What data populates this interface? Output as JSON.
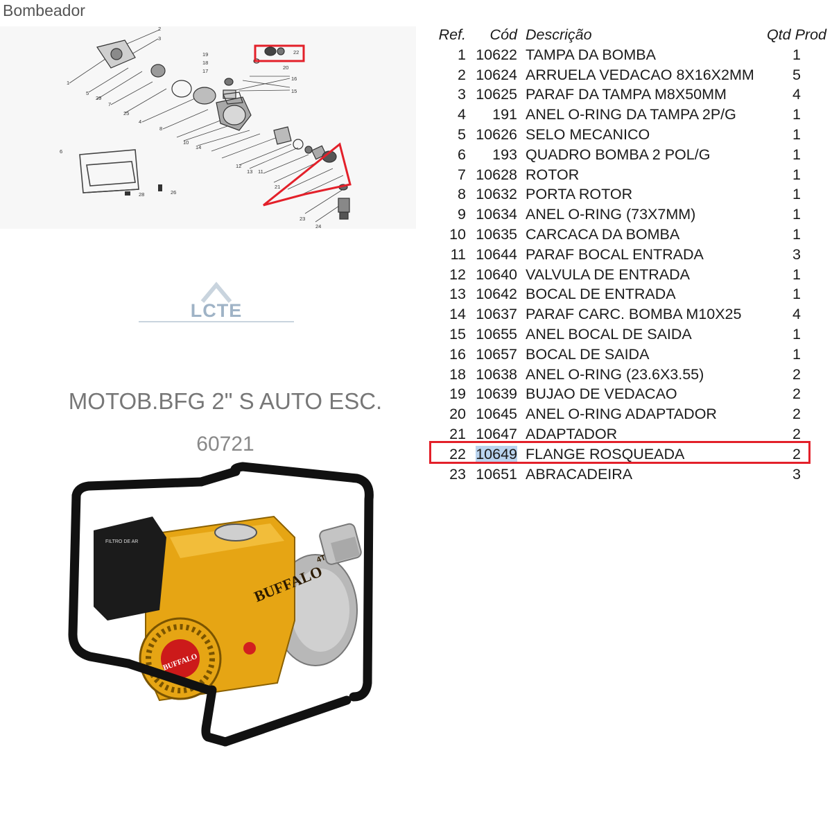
{
  "section_title": "Bombeador",
  "logo_text": "LCTE",
  "model": {
    "name": "MOTOB.BFG 2\" S AUTO ESC.",
    "code": "60721"
  },
  "diagram": {
    "callouts": [
      "1",
      "2",
      "3",
      "4",
      "5",
      "6",
      "7",
      "8",
      "10",
      "11",
      "12",
      "13",
      "14",
      "15",
      "16",
      "17",
      "18",
      "19",
      "20",
      "21",
      "22",
      "23",
      "24",
      "25",
      "26",
      "28",
      "29"
    ]
  },
  "photo": {
    "brand": "BUFFALO",
    "brand_badge": "4T",
    "recoil_label": "BUFFALO",
    "filter_label": "FILTRO DE AR",
    "colors": {
      "engine": "#e6a514",
      "frame": "#111111",
      "pump": "#b8b8b8"
    }
  },
  "table": {
    "headers": {
      "ref": "Ref.",
      "cod": "Cód",
      "desc": "Descrição",
      "qty": "Qtd Prod"
    },
    "highlighted_ref": "22",
    "highlight_color": "#e3202a",
    "rows": [
      {
        "ref": "1",
        "cod": "10622",
        "desc": "TAMPA DA BOMBA",
        "qty": "1"
      },
      {
        "ref": "2",
        "cod": "10624",
        "desc": "ARRUELA VEDACAO 8X16X2MM",
        "qty": "5"
      },
      {
        "ref": "3",
        "cod": "10625",
        "desc": "PARAF DA TAMPA M8X50MM",
        "qty": "4"
      },
      {
        "ref": "4",
        "cod": "191",
        "desc": "ANEL O-RING DA TAMPA 2P/G",
        "qty": "1"
      },
      {
        "ref": "5",
        "cod": "10626",
        "desc": "SELO MECANICO",
        "qty": "1"
      },
      {
        "ref": "6",
        "cod": "193",
        "desc": "QUADRO BOMBA 2 POL/G",
        "qty": "1"
      },
      {
        "ref": "7",
        "cod": "10628",
        "desc": "ROTOR",
        "qty": "1"
      },
      {
        "ref": "8",
        "cod": "10632",
        "desc": "PORTA ROTOR",
        "qty": "1"
      },
      {
        "ref": "9",
        "cod": "10634",
        "desc": "ANEL O-RING (73X7MM)",
        "qty": "1"
      },
      {
        "ref": "10",
        "cod": "10635",
        "desc": "CARCACA DA BOMBA",
        "qty": "1"
      },
      {
        "ref": "11",
        "cod": "10644",
        "desc": "PARAF BOCAL ENTRADA",
        "qty": "3"
      },
      {
        "ref": "12",
        "cod": "10640",
        "desc": "VALVULA DE ENTRADA",
        "qty": "1"
      },
      {
        "ref": "13",
        "cod": "10642",
        "desc": "BOCAL DE ENTRADA",
        "qty": "1"
      },
      {
        "ref": "14",
        "cod": "10637",
        "desc": "PARAF CARC. BOMBA M10X25",
        "qty": "4"
      },
      {
        "ref": "15",
        "cod": "10655",
        "desc": "ANEL BOCAL DE SAIDA",
        "qty": "1"
      },
      {
        "ref": "16",
        "cod": "10657",
        "desc": "BOCAL DE SAIDA",
        "qty": "1"
      },
      {
        "ref": "18",
        "cod": "10638",
        "desc": "ANEL O-RING (23.6X3.55)",
        "qty": "2"
      },
      {
        "ref": "19",
        "cod": "10639",
        "desc": "BUJAO DE VEDACAO",
        "qty": "2"
      },
      {
        "ref": "20",
        "cod": "10645",
        "desc": "ANEL O-RING ADAPTADOR",
        "qty": "2"
      },
      {
        "ref": "21",
        "cod": "10647",
        "desc": "ADAPTADOR",
        "qty": "2"
      },
      {
        "ref": "22",
        "cod": "10649",
        "desc": "FLANGE ROSQUEADA",
        "qty": "2"
      },
      {
        "ref": "23",
        "cod": "10651",
        "desc": "ABRACADEIRA",
        "qty": "3"
      }
    ]
  }
}
